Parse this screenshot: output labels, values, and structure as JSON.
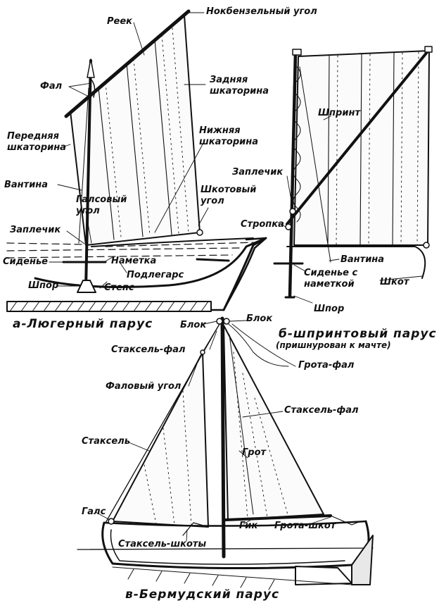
{
  "lugger": {
    "caption": "а-Люгерный парус",
    "labels": {
      "yard": "Реек",
      "peak": "Нокбензельный угол",
      "halyard": "Фал",
      "leech": "Задняя шкаторина",
      "luff": "Передняя шкаторина",
      "foot": "Нижняя шкаторина",
      "shroud": "Вантина",
      "tack": "Галсовый угол",
      "clew": "Шкотовый угол",
      "shoulder": "Заплечик",
      "seat": "Сиденье",
      "thwart_clamp": "Наметка",
      "keelson": "Подлегарс",
      "heel": "Шпор",
      "step": "Степс"
    }
  },
  "sprit": {
    "caption": "б-шпринтовый парус",
    "subcaption": "(пришнурован к мачте)",
    "labels": {
      "sprit": "Шпринт",
      "shoulder": "Заплечик",
      "snotter": "Стропка",
      "shroud": "Вантина",
      "seat": "Сиденье с наметкой",
      "sheet": "Шкот",
      "heel": "Шпор"
    }
  },
  "bermuda": {
    "caption": "в-Бермудский парус",
    "labels": {
      "block_left": "Блок",
      "block_right": "Блок",
      "jib_halyard_top": "Стаксель-фал",
      "main_halyard": "Грота-фал",
      "head": "Фаловый угол",
      "jib_halyard_right": "Стаксель-фал",
      "jib": "Стаксель",
      "main": "Грот",
      "tack": "Галс",
      "boom": "Гик",
      "main_sheet": "Грота-шкот",
      "jib_sheets": "Стаксель-шкоты"
    }
  }
}
